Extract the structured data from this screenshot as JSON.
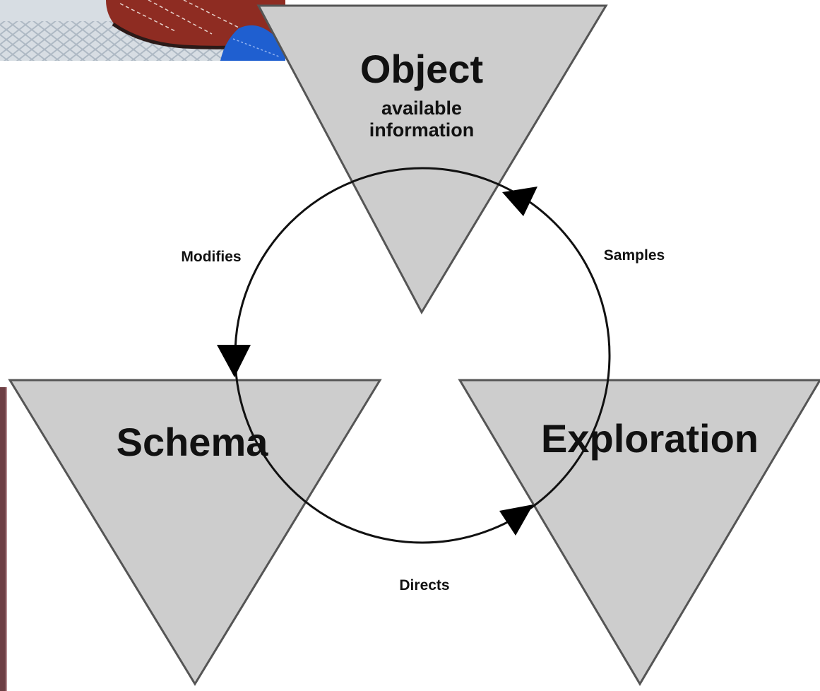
{
  "nodes": {
    "object": {
      "title": "Object",
      "subtitle_line1": "available",
      "subtitle_line2": "information"
    },
    "schema": {
      "title": "Schema"
    },
    "exploration": {
      "title": "Exploration"
    }
  },
  "edges": {
    "modifies": "Modifies",
    "samples": "Samples",
    "directs": "Directs"
  },
  "colors": {
    "triangle_fill": "#cdcdcd",
    "triangle_stroke": "#555555",
    "cycle_stroke": "#111111",
    "photo_leather": "#8e2c22",
    "photo_blue": "#1f5fd0",
    "photo_bg": "#d7dde3",
    "left_strip": "#6d3f44"
  }
}
